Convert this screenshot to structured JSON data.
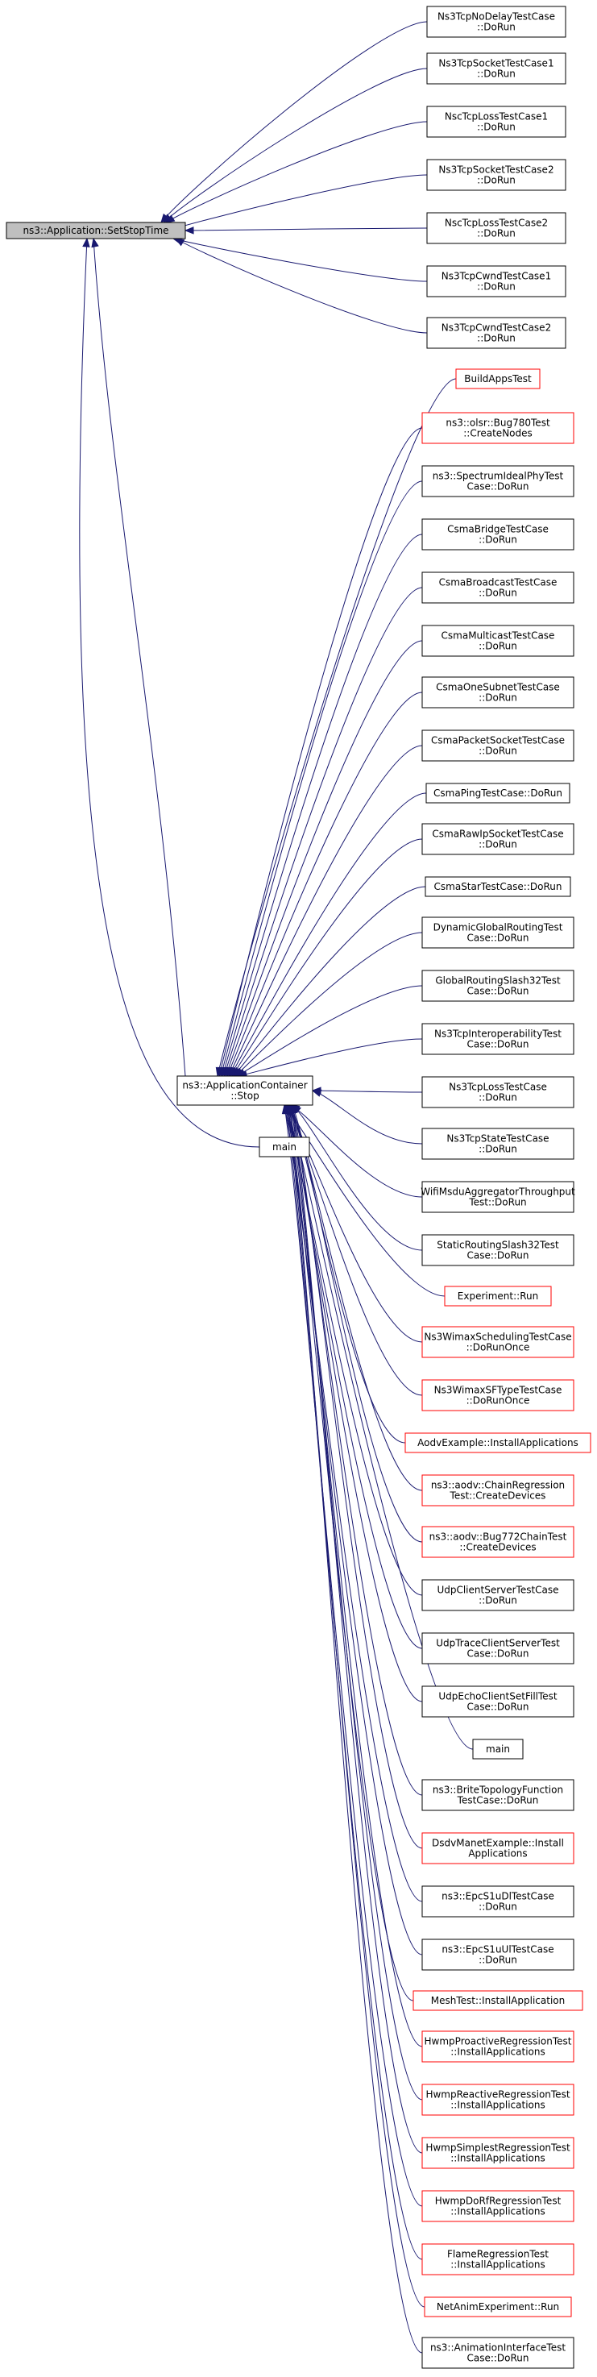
{
  "root": {
    "id": "setstop",
    "lines": [
      "ns3::Application::SetStopTime"
    ]
  },
  "container": {
    "id": "appstop",
    "lines": [
      "ns3::ApplicationContainer",
      "::Stop"
    ]
  },
  "main_left": {
    "id": "main_left",
    "lines": [
      "main"
    ]
  },
  "direct_callers": [
    {
      "id": "n_nodelay",
      "lines": [
        "Ns3TcpNoDelayTestCase",
        "::DoRun"
      ],
      "red": false
    },
    {
      "id": "n_sock1",
      "lines": [
        "Ns3TcpSocketTestCase1",
        "::DoRun"
      ],
      "red": false
    },
    {
      "id": "n_nscloss1",
      "lines": [
        "NscTcpLossTestCase1",
        "::DoRun"
      ],
      "red": false
    },
    {
      "id": "n_sock2",
      "lines": [
        "Ns3TcpSocketTestCase2",
        "::DoRun"
      ],
      "red": false
    },
    {
      "id": "n_nscloss2",
      "lines": [
        "NscTcpLossTestCase2",
        "::DoRun"
      ],
      "red": false
    },
    {
      "id": "n_cwnd1",
      "lines": [
        "Ns3TcpCwndTestCase1",
        "::DoRun"
      ],
      "red": false
    },
    {
      "id": "n_cwnd2",
      "lines": [
        "Ns3TcpCwndTestCase2",
        "::DoRun"
      ],
      "red": false
    }
  ],
  "container_callers": [
    {
      "id": "c1",
      "lines": [
        "BuildAppsTest"
      ],
      "red": true
    },
    {
      "id": "c2",
      "lines": [
        "ns3::olsr::Bug780Test",
        "::CreateNodes"
      ],
      "red": true
    },
    {
      "id": "c3",
      "lines": [
        "ns3::SpectrumIdealPhyTest",
        "Case::DoRun"
      ],
      "red": false
    },
    {
      "id": "c4",
      "lines": [
        "CsmaBridgeTestCase",
        "::DoRun"
      ],
      "red": false
    },
    {
      "id": "c5",
      "lines": [
        "CsmaBroadcastTestCase",
        "::DoRun"
      ],
      "red": false
    },
    {
      "id": "c6",
      "lines": [
        "CsmaMulticastTestCase",
        "::DoRun"
      ],
      "red": false
    },
    {
      "id": "c7",
      "lines": [
        "CsmaOneSubnetTestCase",
        "::DoRun"
      ],
      "red": false
    },
    {
      "id": "c8",
      "lines": [
        "CsmaPacketSocketTestCase",
        "::DoRun"
      ],
      "red": false
    },
    {
      "id": "c9",
      "lines": [
        "CsmaPingTestCase::DoRun"
      ],
      "red": false
    },
    {
      "id": "c10",
      "lines": [
        "CsmaRawIpSocketTestCase",
        "::DoRun"
      ],
      "red": false
    },
    {
      "id": "c11",
      "lines": [
        "CsmaStarTestCase::DoRun"
      ],
      "red": false
    },
    {
      "id": "c12",
      "lines": [
        "DynamicGlobalRoutingTest",
        "Case::DoRun"
      ],
      "red": false
    },
    {
      "id": "c13",
      "lines": [
        "GlobalRoutingSlash32Test",
        "Case::DoRun"
      ],
      "red": false
    },
    {
      "id": "c14",
      "lines": [
        "Ns3TcpInteroperabilityTest",
        "Case::DoRun"
      ],
      "red": false
    },
    {
      "id": "c15",
      "lines": [
        "Ns3TcpLossTestCase",
        "::DoRun"
      ],
      "red": false
    },
    {
      "id": "c16",
      "lines": [
        "Ns3TcpStateTestCase",
        "::DoRun"
      ],
      "red": false
    },
    {
      "id": "c17",
      "lines": [
        "WifiMsduAggregatorThroughput",
        "Test::DoRun"
      ],
      "red": false
    },
    {
      "id": "c18",
      "lines": [
        "StaticRoutingSlash32Test",
        "Case::DoRun"
      ],
      "red": false
    },
    {
      "id": "c19",
      "lines": [
        "Experiment::Run"
      ],
      "red": true
    },
    {
      "id": "c20",
      "lines": [
        "Ns3WimaxSchedulingTestCase",
        "::DoRunOnce"
      ],
      "red": true
    },
    {
      "id": "c21",
      "lines": [
        "Ns3WimaxSFTypeTestCase",
        "::DoRunOnce"
      ],
      "red": true
    },
    {
      "id": "c22",
      "lines": [
        "AodvExample::InstallApplications"
      ],
      "red": true
    },
    {
      "id": "c23",
      "lines": [
        "ns3::aodv::ChainRegression",
        "Test::CreateDevices"
      ],
      "red": true
    },
    {
      "id": "c24",
      "lines": [
        "ns3::aodv::Bug772ChainTest",
        "::CreateDevices"
      ],
      "red": true
    },
    {
      "id": "c25",
      "lines": [
        "UdpClientServerTestCase",
        "::DoRun"
      ],
      "red": false
    },
    {
      "id": "c26",
      "lines": [
        "UdpTraceClientServerTest",
        "Case::DoRun"
      ],
      "red": false
    },
    {
      "id": "c27",
      "lines": [
        "UdpEchoClientSetFillTest",
        "Case::DoRun"
      ],
      "red": false
    },
    {
      "id": "c28",
      "lines": [
        "main"
      ],
      "red": false
    },
    {
      "id": "c29",
      "lines": [
        "ns3::BriteTopologyFunction",
        "TestCase::DoRun"
      ],
      "red": false
    },
    {
      "id": "c30",
      "lines": [
        "DsdvManetExample::Install",
        "Applications"
      ],
      "red": true
    },
    {
      "id": "c31",
      "lines": [
        "ns3::EpcS1uDlTestCase",
        "::DoRun"
      ],
      "red": false
    },
    {
      "id": "c32",
      "lines": [
        "ns3::EpcS1uUlTestCase",
        "::DoRun"
      ],
      "red": false
    },
    {
      "id": "c33",
      "lines": [
        "MeshTest::InstallApplication"
      ],
      "red": true
    },
    {
      "id": "c34",
      "lines": [
        "HwmpProactiveRegressionTest",
        "::InstallApplications"
      ],
      "red": true
    },
    {
      "id": "c35",
      "lines": [
        "HwmpReactiveRegressionTest",
        "::InstallApplications"
      ],
      "red": true
    },
    {
      "id": "c36",
      "lines": [
        "HwmpSimplestRegressionTest",
        "::InstallApplications"
      ],
      "red": true
    },
    {
      "id": "c37",
      "lines": [
        "HwmpDoRfRegressionTest",
        "::InstallApplications"
      ],
      "red": true
    },
    {
      "id": "c38",
      "lines": [
        "FlameRegressionTest",
        "::InstallApplications"
      ],
      "red": true
    },
    {
      "id": "c39",
      "lines": [
        "NetAnimExperiment::Run"
      ],
      "red": true
    },
    {
      "id": "c40",
      "lines": [
        "ns3::AnimationInterfaceTest",
        "Case::DoRun"
      ],
      "red": false
    }
  ]
}
